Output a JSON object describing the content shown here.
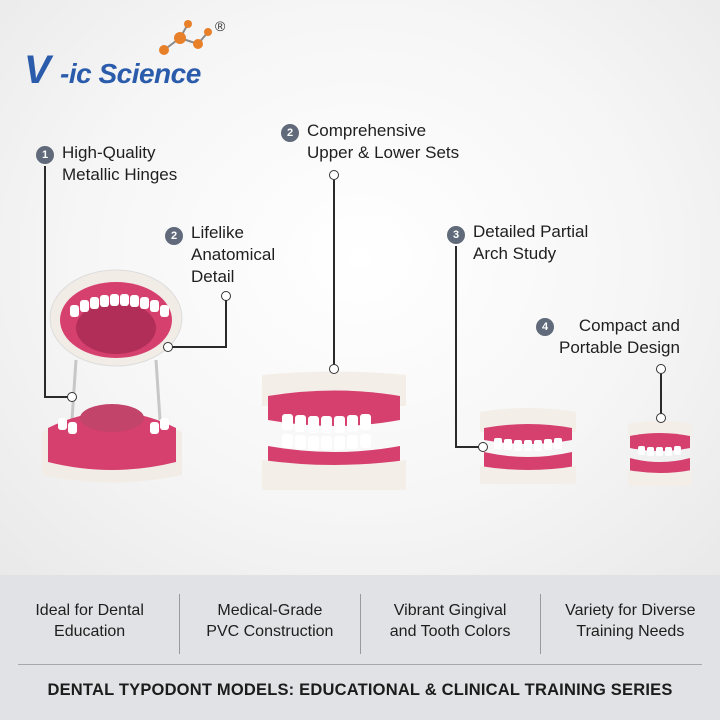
{
  "brand": {
    "name": "-ic Science",
    "initial": "V",
    "registered_mark": "®"
  },
  "callouts": [
    {
      "number": "1",
      "line1": "High-Quality",
      "line2": "Metallic Hinges"
    },
    {
      "number": "2",
      "line1": "Lifelike",
      "line2": "Anatomical",
      "line3": "Detail"
    },
    {
      "number": "2",
      "line1": "Comprehensive",
      "line2": "Upper & Lower Sets"
    },
    {
      "number": "3",
      "line1": "Detailed Partial",
      "line2": "Arch Study"
    },
    {
      "number": "4",
      "line1": "Compact and",
      "line2": "Portable Design"
    }
  ],
  "features": [
    {
      "line1": "Ideal for Dental",
      "line2": "Education"
    },
    {
      "line1": "Medical-Grade",
      "line2": "PVC Construction"
    },
    {
      "line1": "Vibrant Gingival",
      "line2": "and Tooth Colors"
    },
    {
      "line1": "Variety for Diverse",
      "line2": "Training Needs"
    }
  ],
  "footer": {
    "title": "DENTAL TYPODONT MODELS: EDUCATIONAL & CLINICAL TRAINING SERIES"
  },
  "colors": {
    "brand_blue": "#2a5cab",
    "molecule_orange": "#e8802a",
    "gum_pink": "#d6406f",
    "badge_gray": "#606a7a"
  }
}
